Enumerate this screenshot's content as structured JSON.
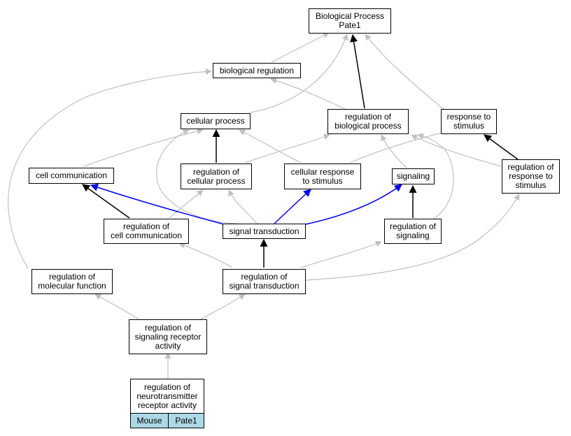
{
  "nodes": {
    "bp": "Biological Process\nPate1",
    "bioreg": "biological regulation",
    "cellproc": "cellular process",
    "regbio": "regulation of\nbiological process",
    "resp": "response to\nstimulus",
    "cellcomm": "cell communication",
    "regcell": "regulation of\ncellular process",
    "cellresp": "cellular response\nto stimulus",
    "signaling": "signaling",
    "regresp": "regulation of\nresponse to\nstimulus",
    "regcomm": "regulation of\ncell communication",
    "sigtrans": "signal transduction",
    "regsig": "regulation of\nsignaling",
    "regmol": "regulation of\nmolecular function",
    "regsigtrans": "regulation of\nsignal transduction",
    "regsigrec": "regulation of\nsignaling receptor\nactivity",
    "regneuro": "regulation of\nneurotransmitter\nreceptor activity"
  },
  "tags": {
    "organism": "Mouse",
    "gene": "Pate1"
  },
  "colors": {
    "is_a": "#c0c0c0",
    "part_of": "#000000",
    "regulates": "#0000ee",
    "tag_fill": "#add8e6"
  }
}
